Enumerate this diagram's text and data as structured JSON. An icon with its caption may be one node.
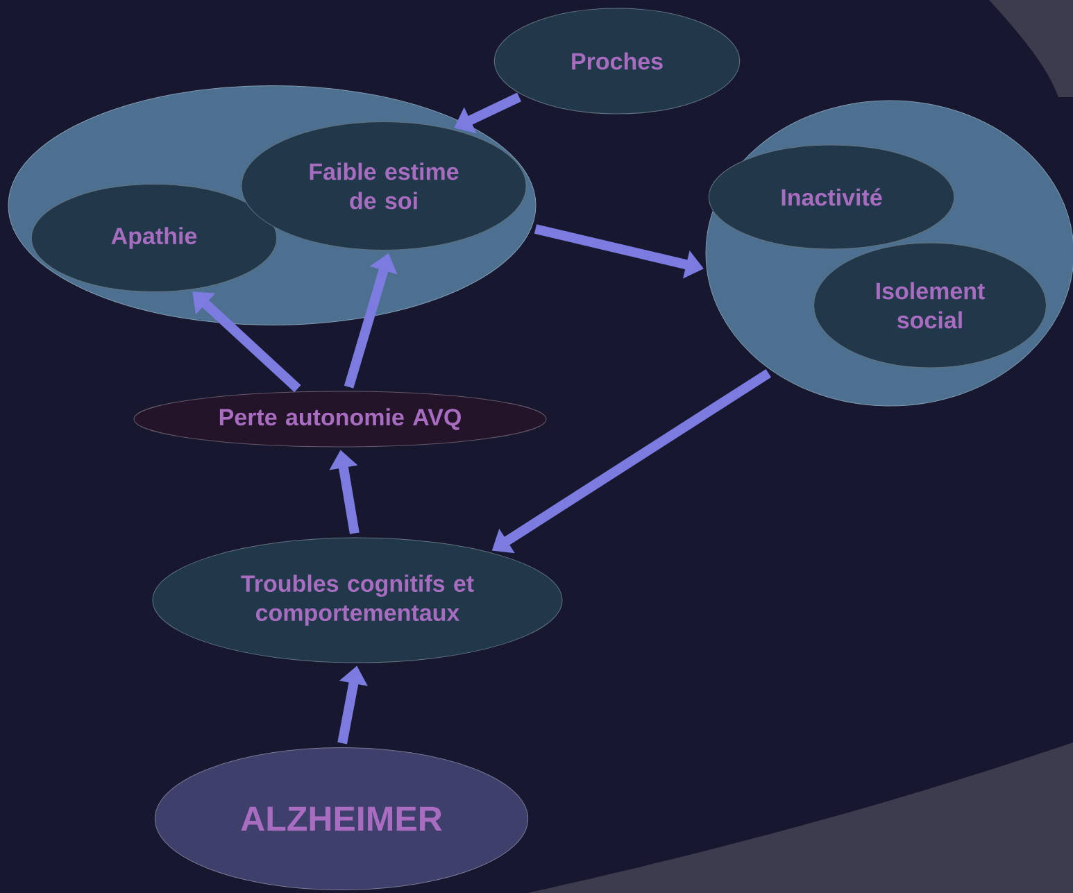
{
  "diagram": {
    "nodes": [
      {
        "text": [],
        "shape": "ellipse"
      },
      {
        "text": [
          "Apathie"
        ],
        "in": 0
      },
      {
        "text": [
          "Faible estime de soi"
        ],
        "in": 0
      },
      {
        "text": [
          "Proches"
        ]
      },
      {
        "text": [],
        "shape": "ellipse"
      },
      {
        "text": [
          "Inactivité"
        ],
        "in": 4
      },
      {
        "text": [
          "Isolement social"
        ],
        "in": 4
      },
      {
        "text": [
          "Perte autonomie AVQ"
        ]
      },
      {
        "text": [
          "Troubles cognitifs et comportementaux"
        ]
      },
      {
        "text": [
          "ALZHEIMER"
        ]
      }
    ],
    "edges": [
      {
        "from": 3,
        "to": 2,
        "arrow": "to"
      },
      {
        "from": 0,
        "to": 4,
        "arrow": "to"
      },
      {
        "from": 4,
        "to": 8,
        "arrow": "to"
      },
      {
        "from": 7,
        "to": 1,
        "arrow": "to"
      },
      {
        "from": 7,
        "to": 2,
        "arrow": "to"
      },
      {
        "from": 8,
        "to": 7,
        "arrow": "to"
      },
      {
        "from": 9,
        "to": 8,
        "arrow": "to"
      }
    ]
  }
}
